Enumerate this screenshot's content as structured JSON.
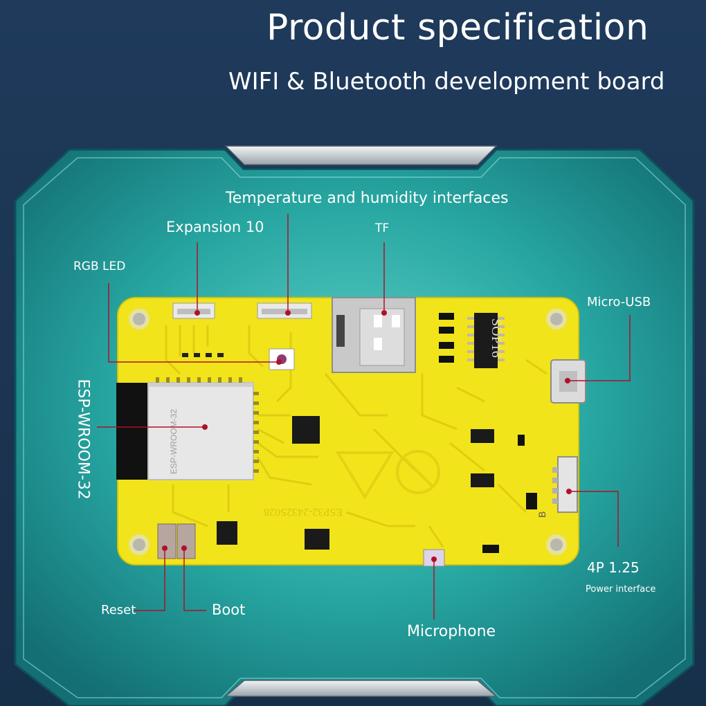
{
  "header": {
    "title": "Product specification",
    "subtitle": "WIFI & Bluetooth development board"
  },
  "labels": {
    "temperature_humidity": "Temperature and humidity interfaces",
    "expansion": "Expansion 10",
    "tf": "TF",
    "rgb_led": "RGB LED",
    "micro_usb": "Micro-USB",
    "esp_module": "ESP-WROOM-32",
    "connector": "4P 1.25",
    "power_interface": "Power interface",
    "reset": "Reset",
    "boot": "Boot",
    "microphone": "Microphone"
  },
  "board": {
    "module_text": "ESP-WROOM-32",
    "chip_text": "SOP16",
    "silkscreen": "ESP32-2432S028",
    "marker_b": "B"
  },
  "colors": {
    "background": "#1d3552",
    "panel": "#2aa8a4",
    "board": "#f2e41a",
    "callout": "#b0102a"
  }
}
